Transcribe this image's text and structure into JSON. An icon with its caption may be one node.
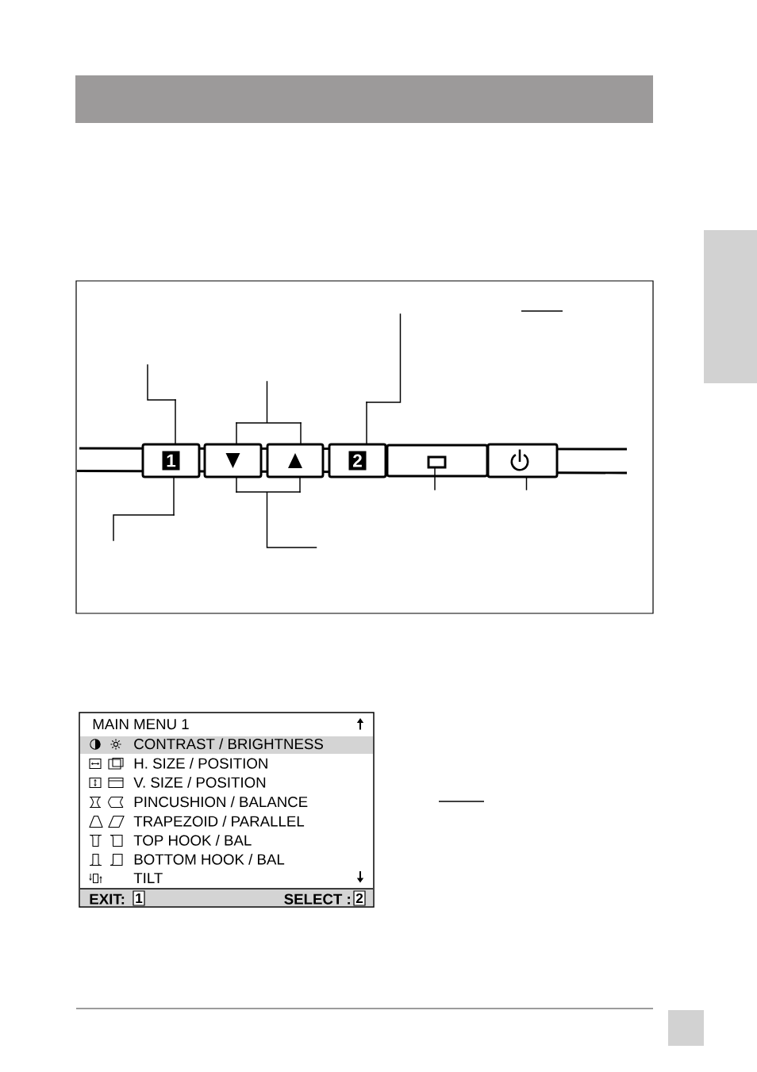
{
  "diagram": {
    "nodes": [
      {
        "text": [],
        "shape": "box"
      },
      {
        "text": [],
        "shape": "box"
      },
      {
        "text": [
          "1"
        ]
      },
      {
        "text": [],
        "shape": "box"
      },
      {
        "text": [],
        "shape": "box"
      },
      {
        "text": [
          "2"
        ]
      },
      {
        "text": [],
        "shape": "box"
      },
      {
        "text": [],
        "shape": "box",
        "in": 6
      },
      {
        "text": [],
        "shape": "box"
      },
      {
        "text": [
          "MAIN MENU 1",
          "H. SIZE / POSITION",
          "V. SIZE / POSITION",
          "PINCUSHION / BALANCE",
          "TRAPEZOID / PARALLEL",
          "TOP HOOK / BAL",
          "BOTTOM HOOK / BAL",
          "TILT"
        ]
      },
      {
        "text": [
          "CONTRAST / BRIGHTNESS"
        ],
        "in": 9
      },
      {
        "text": [
          "EXIT:",
          "SELECT :"
        ],
        "in": 9
      },
      {
        "text": [
          "1"
        ],
        "in": 11
      },
      {
        "text": [
          "2"
        ],
        "in": 11
      },
      {
        "text": [],
        "shape": "box"
      }
    ],
    "edges": [
      {
        "from": null,
        "to": 2,
        "arrow": "none"
      },
      {
        "from": null,
        "to": 3,
        "arrow": "none"
      },
      {
        "from": null,
        "to": 4,
        "arrow": "none"
      },
      {
        "from": null,
        "to": 5,
        "arrow": "none"
      },
      {
        "from": null,
        "to": 2,
        "arrow": "none"
      },
      {
        "from": null,
        "to": 3,
        "arrow": "none"
      },
      {
        "from": null,
        "to": 4,
        "arrow": "none"
      },
      {
        "from": null,
        "to": 7,
        "arrow": "none"
      },
      {
        "from": null,
        "to": 8,
        "arrow": "none"
      }
    ]
  }
}
